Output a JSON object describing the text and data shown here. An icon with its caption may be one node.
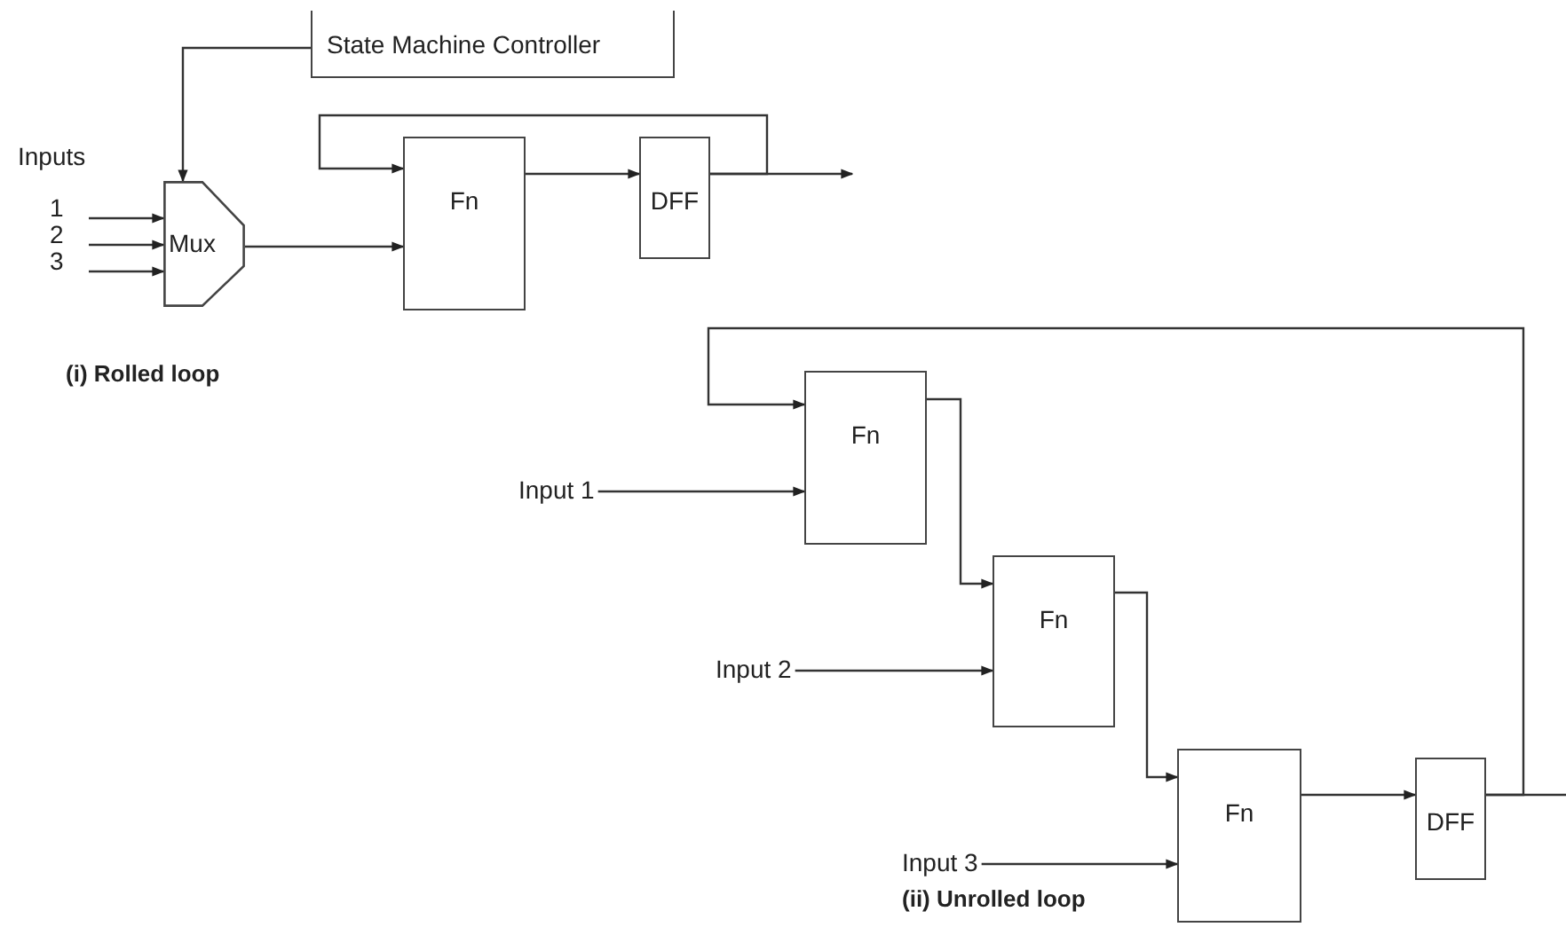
{
  "diagram": {
    "nodes": [
      {
        "text": [
          "State Machine Controller"
        ]
      },
      {
        "text": [
          "Mux"
        ]
      },
      {
        "text": [
          "Fn"
        ]
      },
      {
        "text": [
          "DFF"
        ]
      },
      {
        "text": [
          "Fn"
        ]
      },
      {
        "text": [
          "Fn"
        ]
      },
      {
        "text": [
          "Fn"
        ]
      },
      {
        "text": [
          "DFF"
        ]
      },
      {
        "text": [
          "Input 1"
        ]
      },
      {
        "text": [
          "Input 2"
        ]
      },
      {
        "text": [
          "Input 3"
        ]
      }
    ],
    "edges": [
      {
        "from": 0,
        "to": 1,
        "arrow": "to"
      },
      {
        "from": null,
        "to": 1,
        "arrow": "to"
      },
      {
        "from": null,
        "to": 1,
        "arrow": "to"
      },
      {
        "from": null,
        "to": 1,
        "arrow": "to"
      },
      {
        "from": 1,
        "to": 2,
        "arrow": "to"
      },
      {
        "from": 2,
        "to": 3,
        "arrow": "to"
      },
      {
        "from": 3,
        "to": null,
        "arrow": "to"
      },
      {
        "from": 3,
        "to": 2,
        "arrow": "to"
      },
      {
        "from": 8,
        "to": 4,
        "arrow": "to"
      },
      {
        "from": 4,
        "to": 5,
        "arrow": "to"
      },
      {
        "from": 9,
        "to": 5,
        "arrow": "to"
      },
      {
        "from": 5,
        "to": 6,
        "arrow": "to"
      },
      {
        "from": 10,
        "to": 6,
        "arrow": "to"
      },
      {
        "from": 6,
        "to": 7,
        "arrow": "to"
      },
      {
        "from": 7,
        "to": null,
        "arrow": "none"
      },
      {
        "from": 7,
        "to": 4,
        "arrow": "to"
      }
    ],
    "labels": [
      "Inputs",
      "1",
      "2",
      "3",
      "(i) Rolled loop",
      "(ii) Unrolled loop"
    ]
  }
}
